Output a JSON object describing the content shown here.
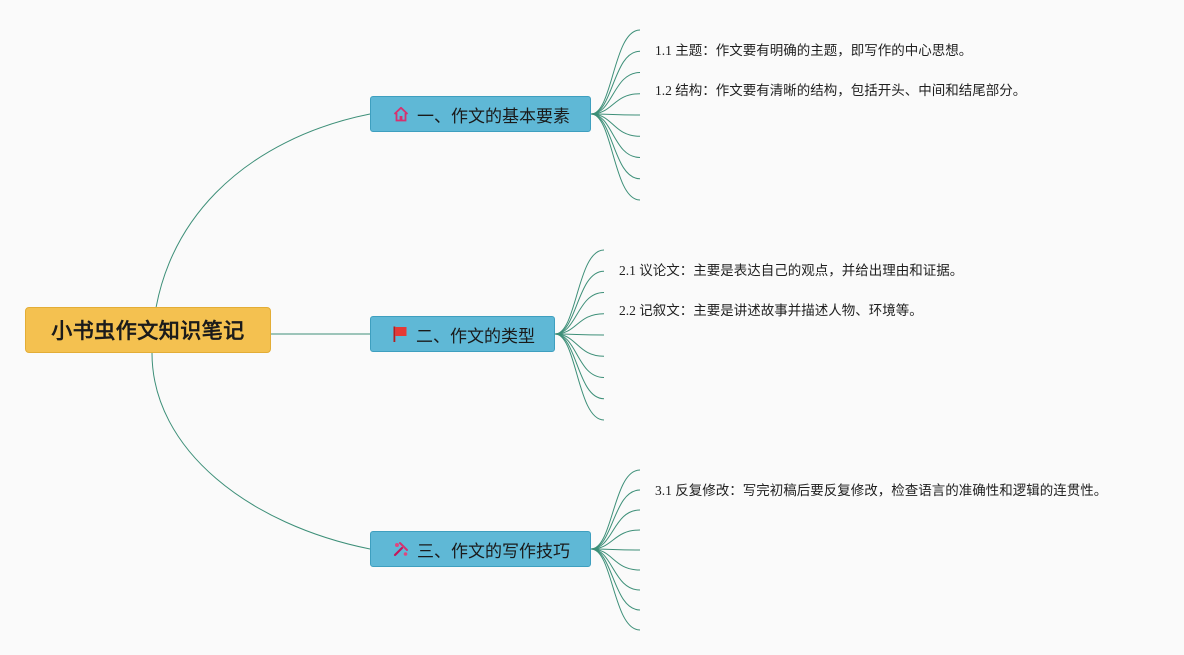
{
  "root": {
    "label": "小书虫作文知识笔记",
    "color": "#f4c150"
  },
  "branch_color": "#5fb8d6",
  "line_color": "#3d8f78",
  "branches": [
    {
      "label": "一、作文的基本要素",
      "icon": "home-icon",
      "items": [
        "1.1 主题：作文要有明确的主题，即写作的中心思想。",
        "1.2 结构：作文要有清晰的结构，包括开头、中间和结尾部分。"
      ]
    },
    {
      "label": "二、作文的类型",
      "icon": "red-flag-icon",
      "items": [
        "2.1 议论文：主要是表达自己的观点，并给出理由和证据。",
        "2.2 记叙文：主要是讲述故事并描述人物、环境等。"
      ]
    },
    {
      "label": "三、作文的写作技巧",
      "icon": "tools-icon",
      "items": [
        "3.1 反复修改：写完初稿后要反复修改，检查语言的准确性和逻辑的连贯性。"
      ]
    }
  ]
}
